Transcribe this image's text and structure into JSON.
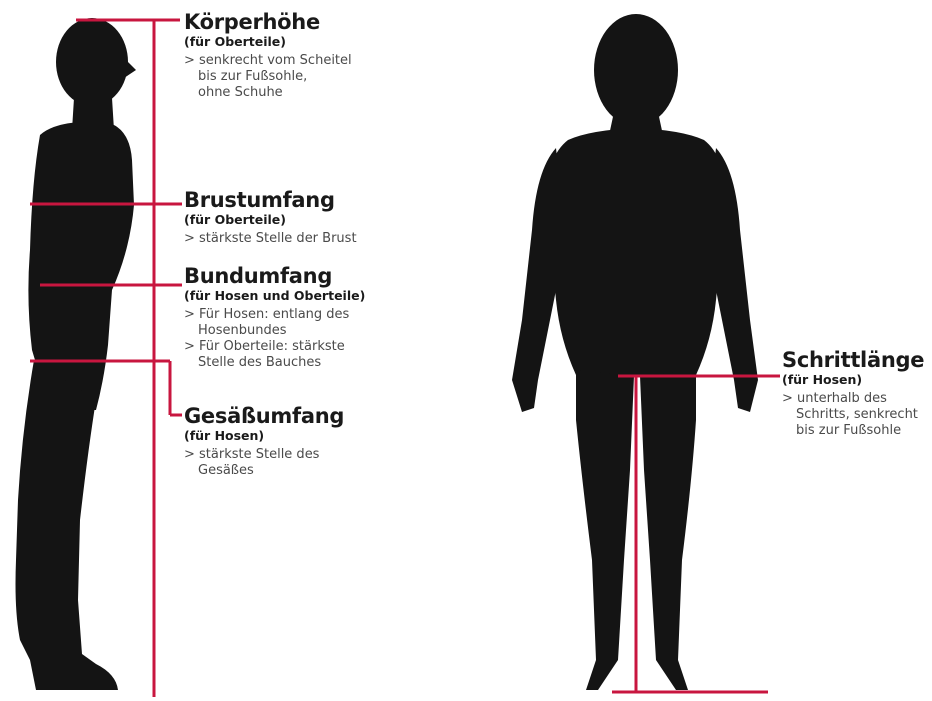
{
  "colors": {
    "accent": "#c8163f",
    "silhouette": "#141414",
    "text": "#1a1a1a",
    "muted": "#4a4a4a"
  },
  "measurements": [
    {
      "title": "Körperhöhe",
      "subtitle": "(für Oberteile)",
      "description": [
        "> senkrecht vom Scheitel",
        "bis zur Fußsohle,",
        "ohne Schuhe"
      ]
    },
    {
      "title": "Brustumfang",
      "subtitle": "(für Oberteile)",
      "description": [
        "> stärkste Stelle der Brust"
      ]
    },
    {
      "title": "Bundumfang",
      "subtitle": "(für Hosen und Oberteile)",
      "description": [
        "> Für Hosen: entlang des",
        "Hosenbundes",
        "> Für Oberteile: stärkste",
        "Stelle des Bauches"
      ]
    },
    {
      "title": "Gesäßumfang",
      "subtitle": "(für Hosen)",
      "description": [
        "> stärkste Stelle des",
        "Gesäßes"
      ]
    },
    {
      "title": "Schrittlänge",
      "subtitle": "(für Hosen)",
      "description": [
        "> unterhalb des",
        "Schritts, senkrecht",
        "bis zur Fußsohle"
      ]
    }
  ]
}
